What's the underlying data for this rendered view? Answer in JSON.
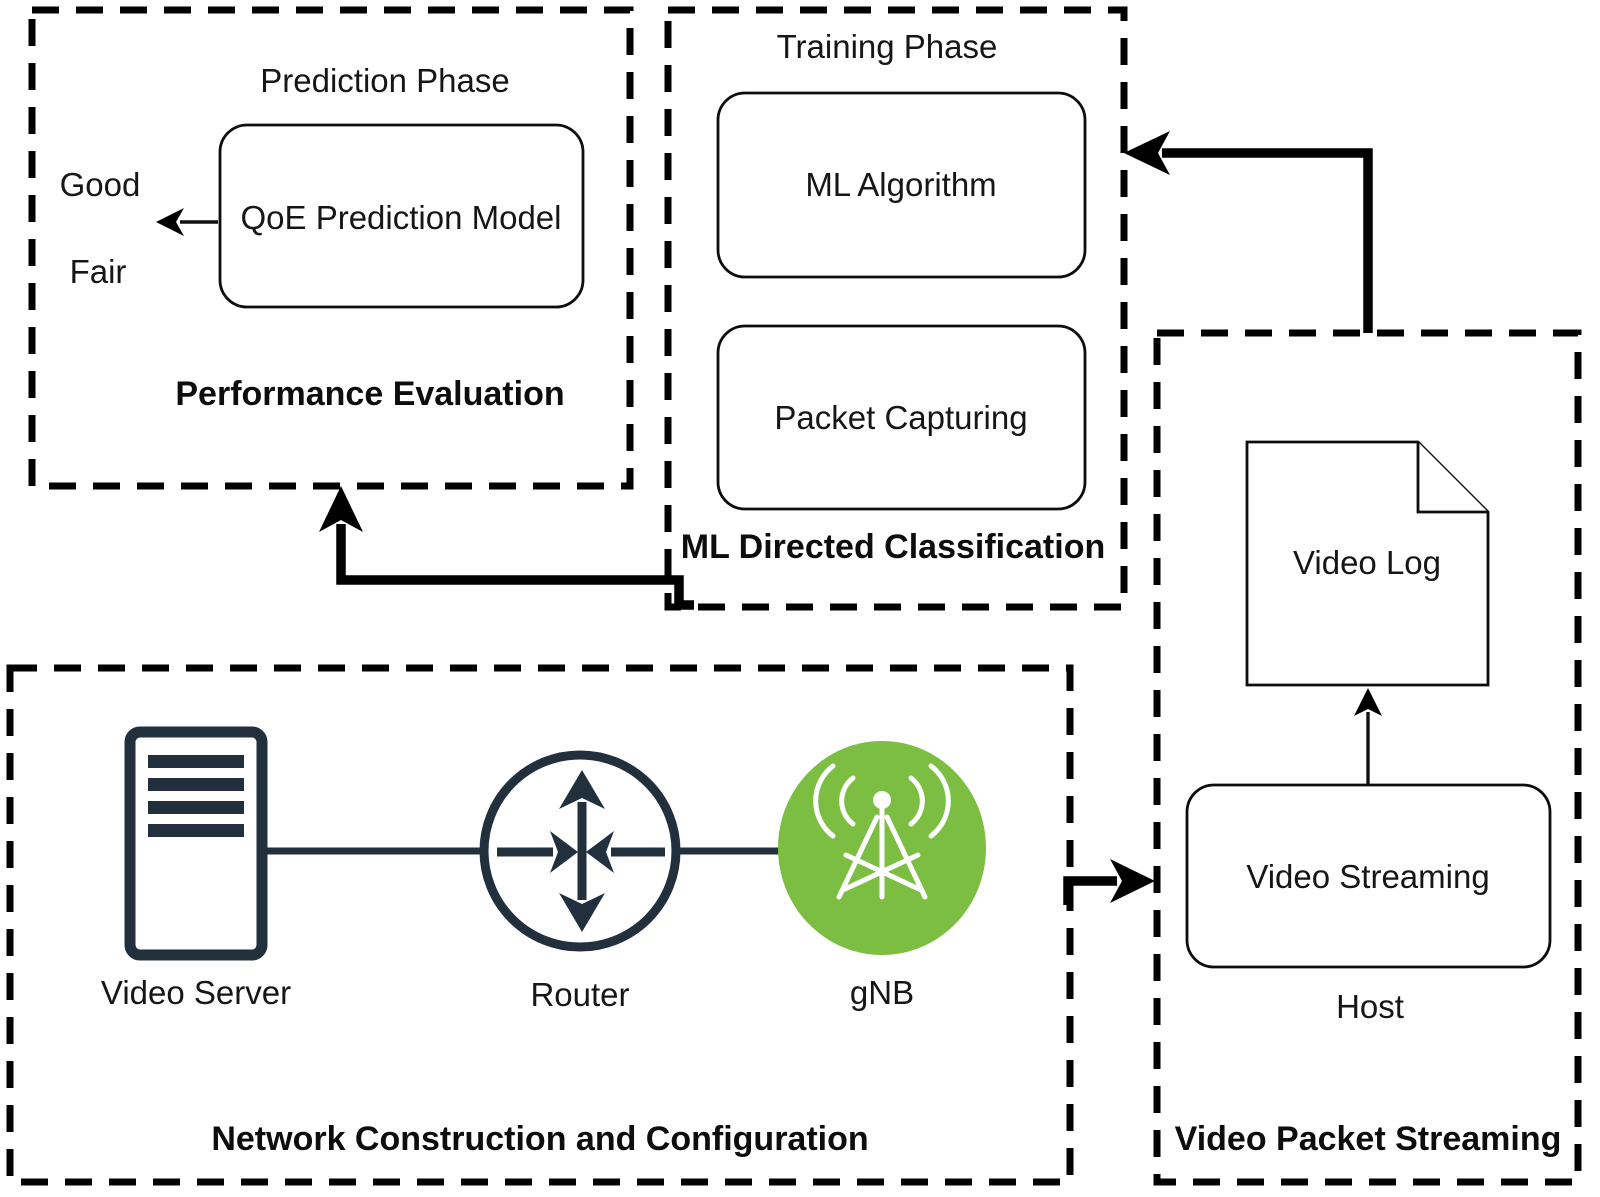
{
  "colors": {
    "line": "#000000",
    "text": "#161616",
    "navy": "#22303E",
    "green": "#7CBE42",
    "white": "#ffffff"
  },
  "icons": {
    "video_server": "server-icon",
    "router": "router-icon",
    "gnb": "cell-tower-icon",
    "video_log": "document-icon"
  },
  "groups": {
    "prediction": {
      "title": "Prediction Phase",
      "model": "QoE Prediction Model",
      "output_good": "Good",
      "output_fair": "Fair",
      "caption": "Performance Evaluation"
    },
    "training": {
      "title": "Training Phase",
      "box1": "ML Algorithm",
      "box2": "Packet Capturing",
      "caption": "ML Directed Classification"
    },
    "network": {
      "server_label": "Video Server",
      "router_label": "Router",
      "gnb_label": "gNB",
      "caption": "Network Construction and Configuration"
    },
    "streaming": {
      "document_label": "Video Log",
      "box_label": "Video Streaming",
      "host_label": "Host",
      "caption": "Video Packet Streaming"
    }
  }
}
